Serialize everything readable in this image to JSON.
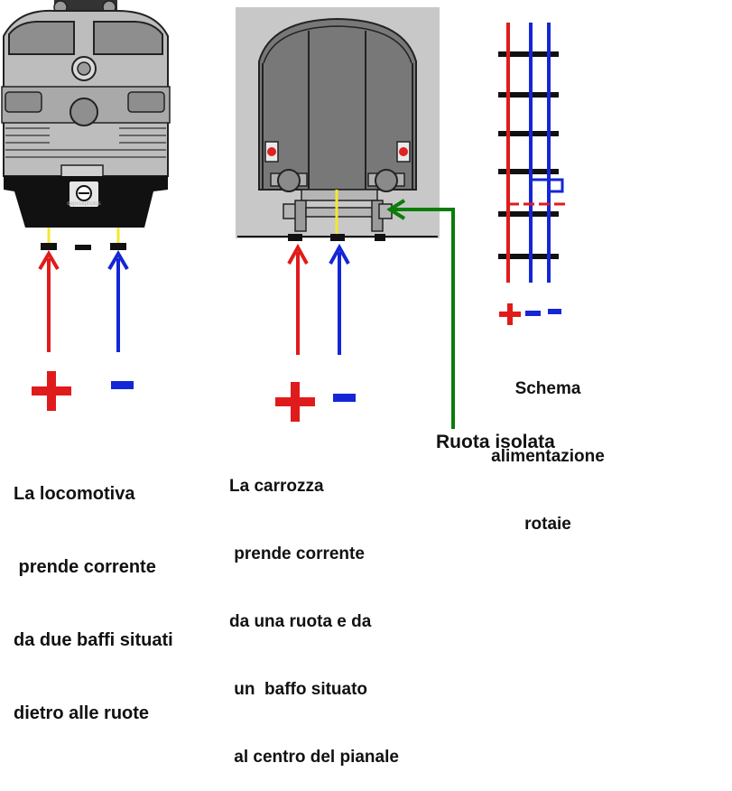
{
  "colors": {
    "positive": "#e01b1b",
    "negative": "#1426d6",
    "wire": "#0a7d0a",
    "contact": "#f2e830",
    "body": "#bdbdbd",
    "frame": "#c8c8c8",
    "dark": "#111111"
  },
  "symbols": {
    "minus": "-"
  },
  "loco_caption": {
    "lines": [
      "La locomotiva",
      " prende corrente",
      "da due baffi situati",
      "dietro alle ruote"
    ]
  },
  "coach_caption": {
    "lines": [
      "La carrozza",
      " prende corrente",
      "da una ruota e da",
      " un  baffo situato",
      " al centro del pianale"
    ]
  },
  "wheel_label": "Ruota isolata",
  "track_caption": {
    "lines": [
      "Schema",
      "alimentazione",
      "rotaie"
    ]
  },
  "watermark": "depositphotos"
}
